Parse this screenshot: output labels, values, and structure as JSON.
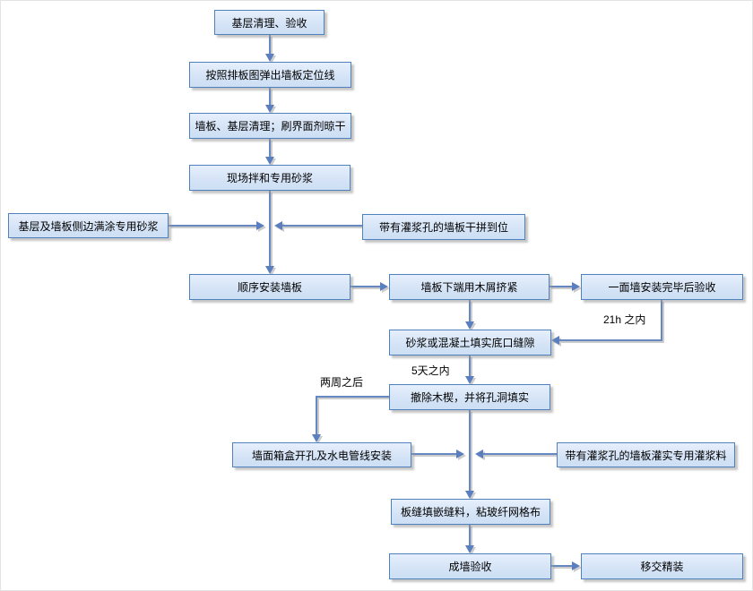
{
  "colors": {
    "node_fill_top": "#e6effc",
    "node_fill_bottom": "#cddff4",
    "node_border": "#4f81bd",
    "arrow_line": "#6688c2",
    "arrow_head": "#5b7fbe",
    "shadow": "#aaaaaa",
    "text": "#000000",
    "background": "#ffffff"
  },
  "nodes": {
    "base_cleaning": {
      "label": "基层清理、验收"
    },
    "layout_lines": {
      "label": "按照排板图弹出墙板定位线"
    },
    "panel_cleaning_primer": {
      "label": "墙板、基层清理；刷界面剂晾干"
    },
    "onsite_mortar": {
      "label": "现场拌和专用砂浆"
    },
    "side_mortar": {
      "label": "基层及墙板侧边满涂专用砂浆"
    },
    "dry_fit_panels": {
      "label": "带有灌浆孔的墙板干拼到位"
    },
    "install_sequence": {
      "label": "顺序安装墙板"
    },
    "wedge_bottom": {
      "label": "墙板下端用木屑挤紧"
    },
    "wall_acceptance": {
      "label": "一面墙安装完毕后验收"
    },
    "fill_bottom_gap": {
      "label": "砂浆或混凝土填实底口缝隙"
    },
    "remove_wedges": {
      "label": "撤除木楔，并将孔洞填实"
    },
    "mep_install": {
      "label": "墙面箱盒开孔及水电管线安装"
    },
    "grout_panels": {
      "label": "带有灌浆孔的墙板灌实专用灌浆料"
    },
    "joint_mesh": {
      "label": "板缝填嵌缝料，粘玻纤网格布"
    },
    "finished_acceptance": {
      "label": "成墙验收"
    },
    "handover": {
      "label": "移交精装"
    }
  },
  "edge_labels": {
    "within_21h": "21h 之内",
    "within_5_days": "5天之内",
    "after_two_weeks": "两周之后"
  }
}
